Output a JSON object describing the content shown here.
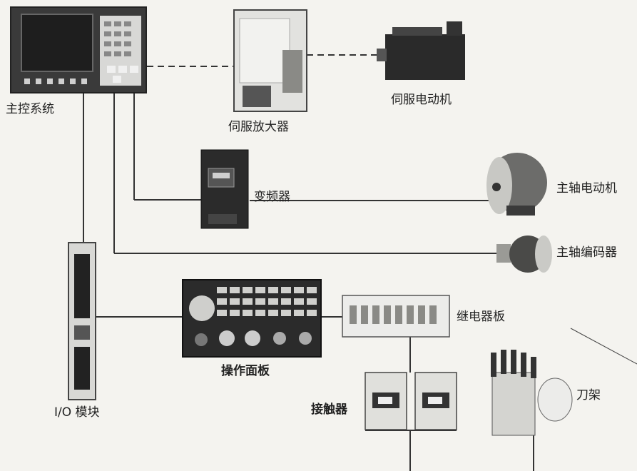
{
  "labels": {
    "main_control": "主控系统",
    "servo_amp": "伺服放大器",
    "servo_motor": "伺服电动机",
    "inverter": "变频器",
    "spindle_motor": "主轴电动机",
    "spindle_encoder": "主轴编码器",
    "relay_board": "继电器板",
    "operator_panel": "操作面板",
    "io_module": "I/O 模块",
    "contactor": "接触器",
    "tool_post": "刀架"
  },
  "colors": {
    "background": "#f4f3ef",
    "line": "#333333",
    "device_dark": "#2b2b2b",
    "device_light": "#e4e4e2"
  }
}
